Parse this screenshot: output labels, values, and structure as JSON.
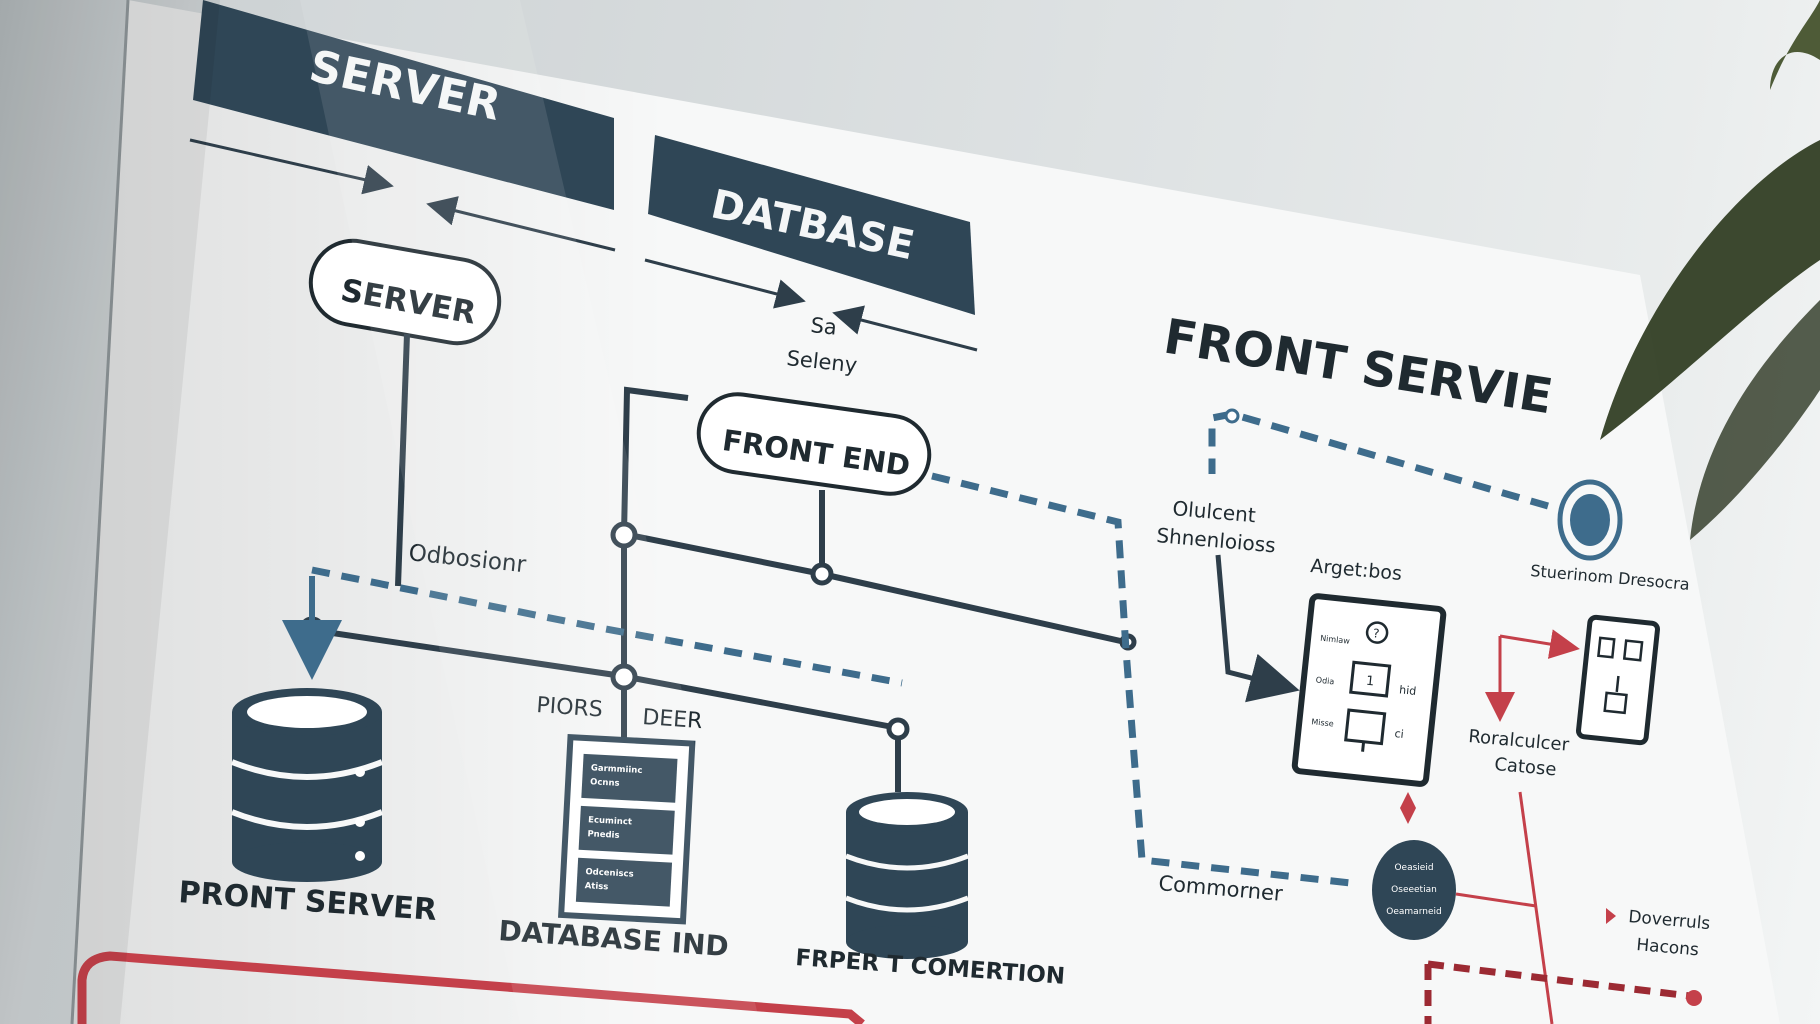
{
  "banners": {
    "server": "SERVER",
    "database": "DATBASE"
  },
  "section_title": "FRONT SERVIE",
  "nodes": {
    "server_pill": "SERVER",
    "front_end_pill": "FRONT END"
  },
  "labels": {
    "sa": "Sa",
    "seleny": "Seleny",
    "odbosionr": "Odbosionr",
    "piors": "PIORS",
    "deer": "DEER",
    "front_server": "PRONT SERVER",
    "database_ind": "DATABASE IND",
    "front_comertion": "FRPER T COMERTION",
    "olulcent": "Olulcent",
    "shnenloioss": "Shnenloioss",
    "arget_bos": "Arget:bos",
    "stuerinom_dresocra": "Stuerinom Dresocra",
    "roralculcer": "Roralculcer",
    "catose": "Catose",
    "commorner": "Commorner",
    "doverruls": "Doverruls",
    "hacons": "Hacons"
  },
  "db_panel_rows": [
    {
      "line1": "Garmmiinc",
      "line2": "Ocnns"
    },
    {
      "line1": "Ecuminct",
      "line2": "Pnedis"
    },
    {
      "line1": "Odceniscs",
      "line2": "Atiss"
    }
  ],
  "device_panel": {
    "rows": [
      "Nimlaw",
      "Odia",
      "Misse"
    ],
    "icon_marks": [
      "?",
      "1",
      "hid",
      "ci"
    ]
  },
  "circle_badge": {
    "lines": [
      "Oeasieid",
      "Oseeetian",
      "Oeamarneid"
    ]
  },
  "colors": {
    "navy": "#2f4656",
    "line_dark": "#2e3e4a",
    "dashed_blue": "#3e6c8c",
    "accent_red": "#c4404a",
    "poster": "#f7f8f8"
  }
}
